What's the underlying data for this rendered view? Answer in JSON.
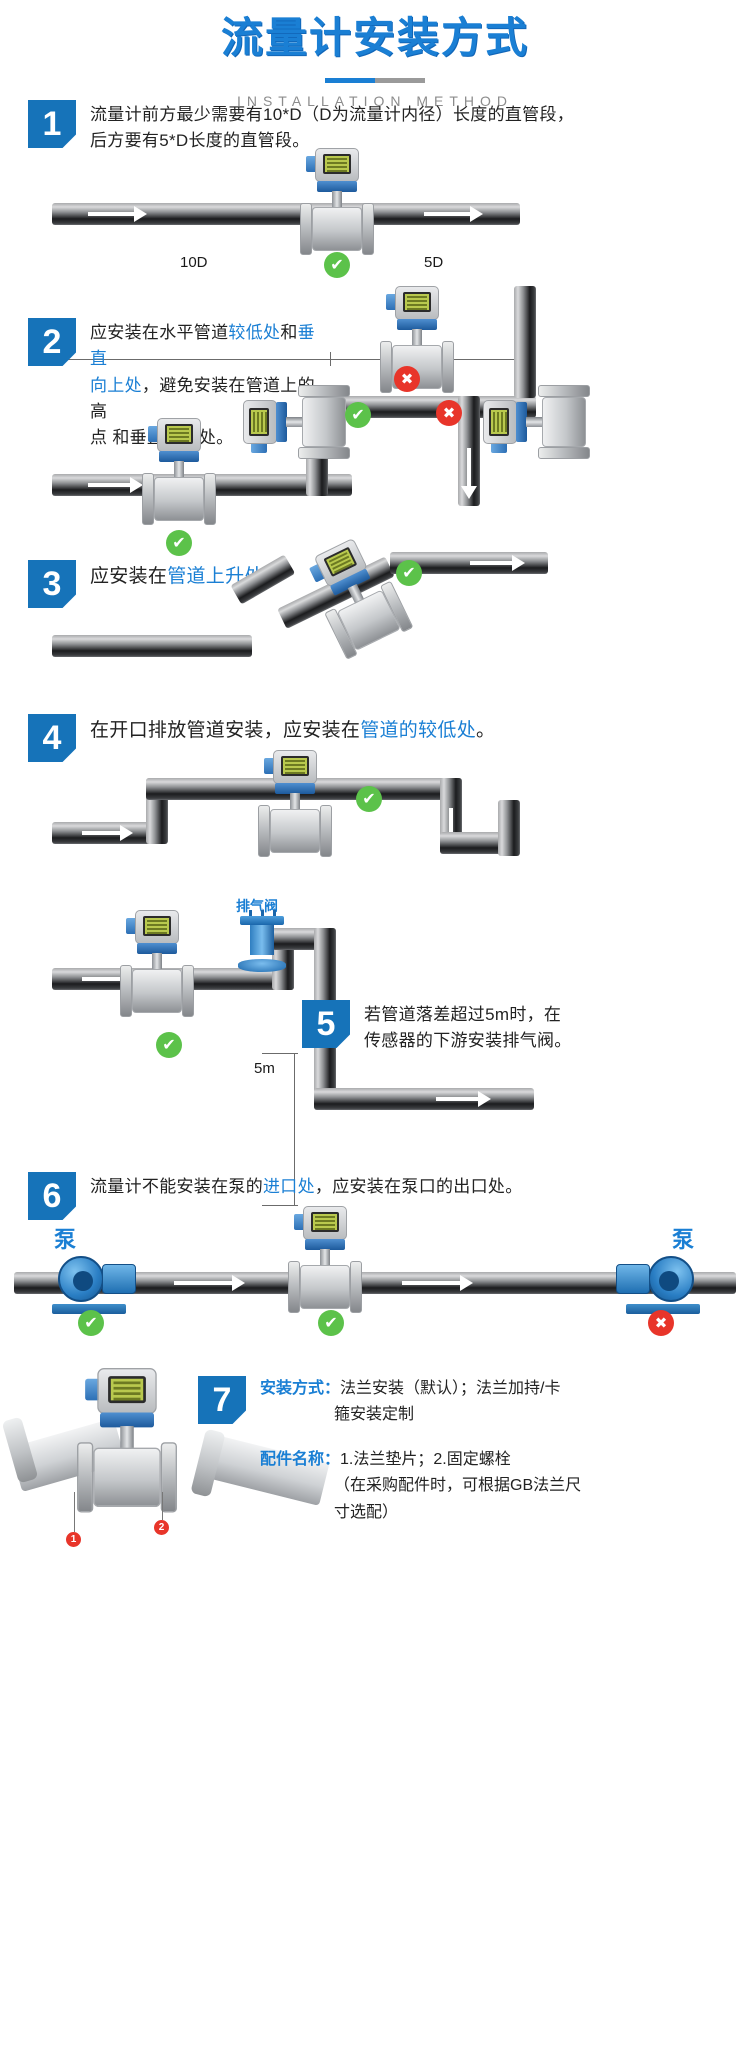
{
  "header": {
    "title": "流量计安装方式",
    "subtitle": "INSTALLATION METHOD"
  },
  "accent": {
    "blue": "#1a7fd4",
    "badge_blue": "#1673b9",
    "ok_green": "#5cc24a",
    "no_red": "#e8352a"
  },
  "steps": [
    {
      "number": "1",
      "text_line1": "流量计前方最少需要有10*D（D为流量计内径）长度的直管段，",
      "text_line2": "后方要有5*D长度的直管段。",
      "labels": {
        "upstream": "10D",
        "downstream": "5D"
      },
      "marks": [
        {
          "type": "ok",
          "glyph": "✔"
        }
      ]
    },
    {
      "number": "2",
      "text_parts": [
        {
          "t": "应安装在水平管道",
          "hl": false
        },
        {
          "t": "较低处",
          "hl": true
        },
        {
          "t": "和",
          "hl": false
        },
        {
          "t": "垂直",
          "hl": true
        },
        {
          "t": "向上处",
          "hl": true
        },
        {
          "t": "，避免安装在管道上的高",
          "hl": false
        },
        {
          "t": "点 和垂直向下处。",
          "hl": false
        }
      ],
      "text_line1": "应安装在水平管道较低处和垂直",
      "text_line2": "向上处，避免安装在管道上的高",
      "text_line3": "点 和垂直向下处。",
      "marks": [
        {
          "type": "no",
          "glyph": "✖"
        },
        {
          "type": "ok",
          "glyph": "✔"
        },
        {
          "type": "no",
          "glyph": "✖"
        },
        {
          "type": "ok",
          "glyph": "✔"
        }
      ]
    },
    {
      "number": "3",
      "text_line1": "应安装在",
      "highlight": "管道上升处",
      "text_line2": "。",
      "marks": [
        {
          "type": "ok",
          "glyph": "✔"
        }
      ]
    },
    {
      "number": "4",
      "text_line1": "在开口排放管道安装，应安装在",
      "highlight": "管道的较低处",
      "text_line2": "。",
      "marks": [
        {
          "type": "ok",
          "glyph": "✔"
        }
      ]
    },
    {
      "number": "5",
      "text_line1": "若管道落差超过5m时，在",
      "text_line2": "传感器的下游安装排气阀。",
      "labels": {
        "valve": "排气阀",
        "drop": "5m"
      },
      "marks": [
        {
          "type": "ok",
          "glyph": "✔"
        }
      ]
    },
    {
      "number": "6",
      "text_line1": "流量计不能安装在泵的",
      "highlight": "进口处",
      "text_line2": "，应安装在泵口的出口处。",
      "labels": {
        "pump_left": "泵",
        "pump_right": "泵"
      },
      "marks": [
        {
          "type": "ok",
          "glyph": "✔"
        },
        {
          "type": "ok",
          "glyph": "✔"
        },
        {
          "type": "no",
          "glyph": "✖"
        }
      ]
    },
    {
      "number": "7",
      "install_key": "安装方式：",
      "install_line1": "法兰安装（默认）；法兰加持/卡",
      "install_line2": "箍安装定制",
      "parts_key": "配件名称：",
      "parts_line1": "1.法兰垫片；2.固定螺栓",
      "parts_line2": "（在采购配件时，可根据GB法兰尺",
      "parts_line3": "寸选配）",
      "callouts": [
        "1",
        "2"
      ]
    }
  ]
}
